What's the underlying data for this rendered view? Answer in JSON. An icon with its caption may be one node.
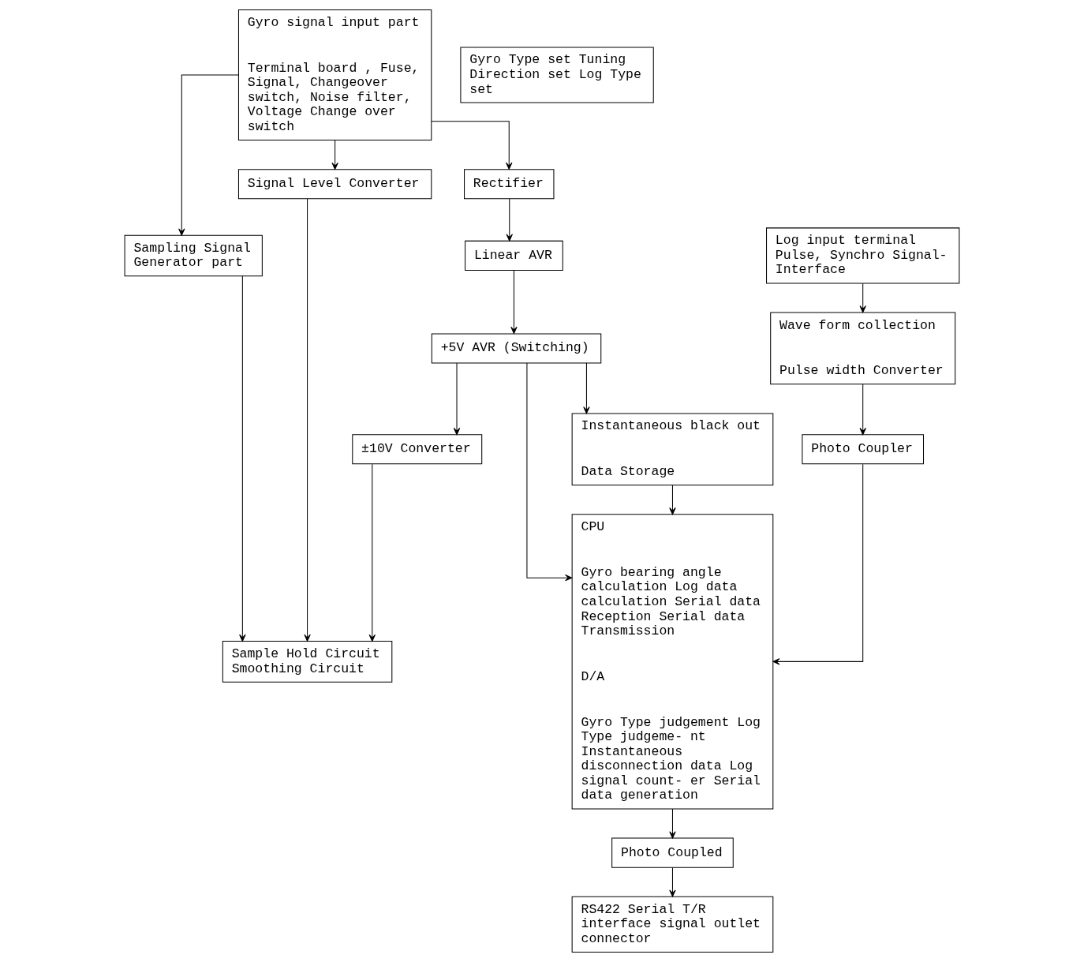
{
  "diagram": {
    "nodes": [
      {
        "text": [
          "Gyro signal input part",
          "Terminal board , Fuse, Signal, Changeover switch, Noise filter, Voltage Change over switch"
        ]
      },
      {
        "text": [
          "Sampling Signal Generator part"
        ]
      },
      {
        "text": [
          "Signal Level Converter"
        ]
      },
      {
        "text": [
          "CPU",
          "Gyro bearing angle calculation Log data calculation Serial data Reception Serial data Transmission",
          "D/A",
          "Gyro Type judgement Log Type judgeme- nt Instantaneous disconnection data Log signal count- er Serial data generation"
        ]
      },
      {
        "text": [
          "Rectifier"
        ]
      },
      {
        "text": [
          "Sample Hold Circuit Smoothing Circuit"
        ]
      },
      {
        "text": [
          "Gyro Type set Tuning Direction set Log Type set"
        ]
      },
      {
        "text": [
          "Linear AVR"
        ]
      },
      {
        "text": [
          "+5V AVR (Switching)"
        ]
      },
      {
        "text": [
          "±10V Converter"
        ]
      },
      {
        "text": [
          "Instantaneous black out",
          "Data Storage"
        ]
      },
      {
        "text": [
          "Photo Coupled"
        ]
      },
      {
        "text": [
          "Log input terminal Pulse, Synchro Signal- Interface"
        ]
      },
      {
        "text": [
          "Wave form collection",
          "Pulse width Converter"
        ]
      },
      {
        "text": [
          "Photo Coupler"
        ]
      },
      {
        "text": [
          "RS422 Serial T/R interface signal outlet connector"
        ]
      }
    ],
    "edges": [
      {
        "from": 0,
        "to": 1,
        "arrow": "to"
      },
      {
        "from": 0,
        "to": 2,
        "arrow": "to"
      },
      {
        "from": 0,
        "to": 4,
        "arrow": "to"
      },
      {
        "from": 1,
        "to": 5,
        "arrow": "to"
      },
      {
        "from": 2,
        "to": 5,
        "arrow": "to"
      },
      {
        "from": 4,
        "to": 7,
        "arrow": "to"
      },
      {
        "from": 7,
        "to": 8,
        "arrow": "to"
      },
      {
        "from": 8,
        "to": 9,
        "arrow": "to"
      },
      {
        "from": 8,
        "to": 3,
        "arrow": "to"
      },
      {
        "from": 8,
        "to": 10,
        "arrow": "to"
      },
      {
        "from": 9,
        "to": 5,
        "arrow": "to"
      },
      {
        "from": 10,
        "to": 3,
        "arrow": "to"
      },
      {
        "from": 14,
        "to": 3,
        "arrow": "to"
      },
      {
        "from": 3,
        "to": 11,
        "arrow": "to"
      },
      {
        "from": 11,
        "to": 15,
        "arrow": "to"
      },
      {
        "from": 12,
        "to": 13,
        "arrow": "to"
      },
      {
        "from": 13,
        "to": 14,
        "arrow": "to"
      }
    ]
  }
}
